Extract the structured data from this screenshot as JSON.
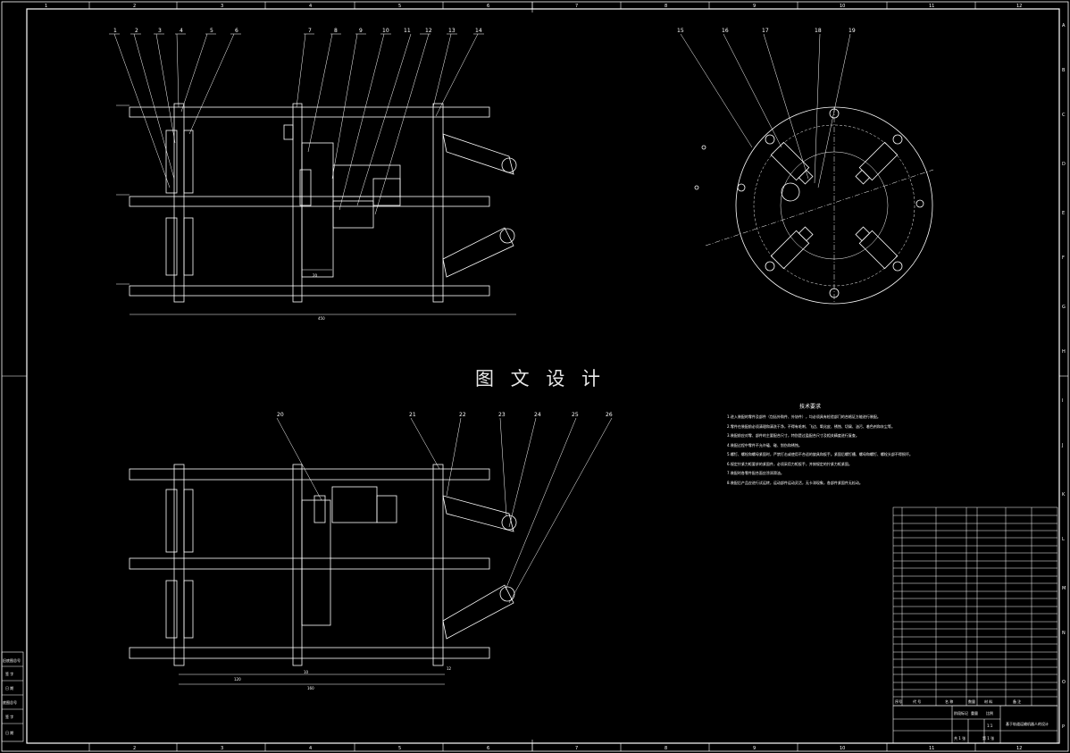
{
  "watermark": "图 文 设 计",
  "grid": {
    "col_labels": [
      "1",
      "2",
      "3",
      "4",
      "5",
      "6",
      "7",
      "8",
      "9",
      "10",
      "11",
      "12"
    ],
    "row_labels": [
      "A",
      "B",
      "C",
      "D",
      "E",
      "F",
      "G",
      "H",
      "I",
      "J",
      "K",
      "L",
      "M",
      "N",
      "O",
      "P"
    ]
  },
  "top_view": {
    "balloons": [
      "1",
      "2",
      "3",
      "4",
      "5",
      "6",
      "7",
      "8",
      "9",
      "10",
      "11",
      "12",
      "13",
      "14"
    ],
    "dimensions": [
      "20",
      "450"
    ]
  },
  "round_view": {
    "balloons": [
      "15",
      "16",
      "17",
      "18",
      "19"
    ]
  },
  "bottom_view": {
    "balloons": [
      "20",
      "21",
      "22",
      "23",
      "24",
      "25",
      "26"
    ],
    "dimensions": [
      "120",
      "160",
      "10",
      "12"
    ]
  },
  "technical_requirements": {
    "title": "技术要求",
    "notes": [
      "1.进入装配的零件及部件（包括外购件、外协件），均必须具有检验部门的合格证方能进行装配。",
      "2.零件在装配前必须清理和清洗干净，不得有毛刺、飞边、氧化皮、锈蚀、切屑、油污、着色剂和灰尘等。",
      "3.装配前应对零、部件的主要配合尺寸，特别是过盈配合尺寸及相关精度进行复查。",
      "4.装配过程中零件不允许磕、碰、划伤和锈蚀。",
      "5.螺钉、螺栓和螺母紧固时，严禁打击或使用不合适的旋具和扳手。紧固后螺钉槽、螺母和螺钉、螺栓头部不得损坏。",
      "6.规定拧紧力矩要求的紧固件，必须采用力矩扳手，并按规定的拧紧力矩紧固。",
      "7.装配时各零件配合面应涂润滑油。",
      "8.装配后产品应进行试运转，运动部件运动灵活，无卡滞现象，各部件紧固件无松动。"
    ]
  },
  "left_stamp_cells": [
    "旧底图总号",
    "签 字",
    "日 期",
    "底图总号",
    "签 字",
    "日 期"
  ],
  "bom_footer": [
    "序号",
    "代 号",
    "名 称",
    "数量",
    "材 料",
    "备 注"
  ],
  "title_block": {
    "drawing_title": "基于轨道运输机器人的设计",
    "scale_labels": [
      "阶段标记",
      "重量",
      "比例"
    ],
    "scale_value": "1:1",
    "sheet": "共 1 张",
    "sheet2": "第 1 张"
  }
}
